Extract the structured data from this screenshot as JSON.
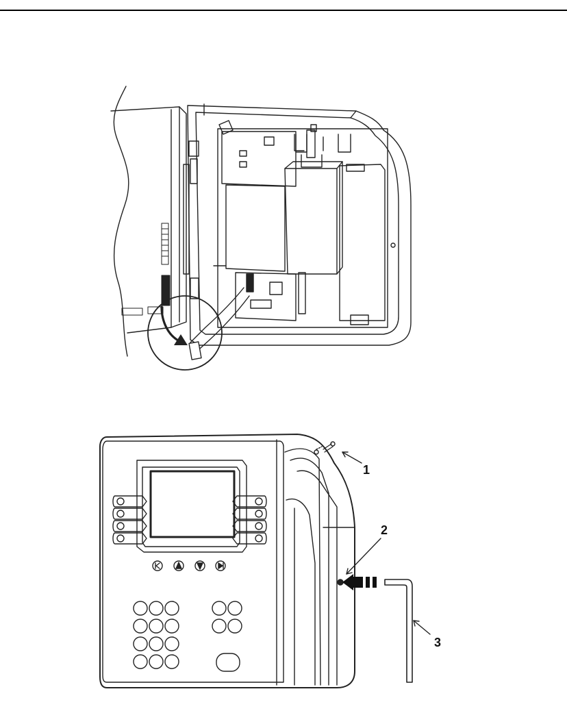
{
  "page": {
    "figure_top": {
      "name": "ribbon-cable-disconnect-illustration"
    },
    "figure_bottom": {
      "name": "terminal-screw-removal-illustration",
      "callouts": [
        {
          "id": "screw",
          "label": "1"
        },
        {
          "id": "screw-hole",
          "label": "2"
        },
        {
          "id": "hex-key",
          "label": "3"
        }
      ]
    }
  }
}
